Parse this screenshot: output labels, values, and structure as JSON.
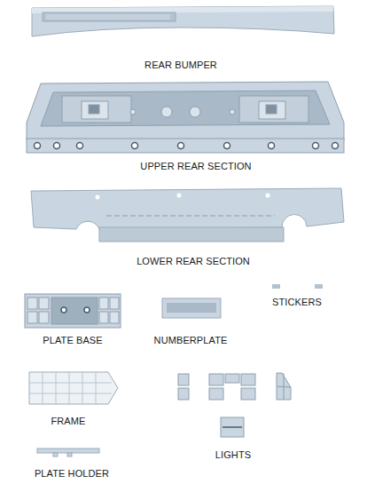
{
  "diagram": {
    "labels": [
      "REAR BUMPER",
      "UPPER REAR SECTION",
      "LOWER REAR SECTION",
      "PLATE BASE",
      "NUMBERPLATE",
      "STICKERS",
      "FRAME",
      "PLATE HOLDER",
      "LIGHTS"
    ]
  }
}
